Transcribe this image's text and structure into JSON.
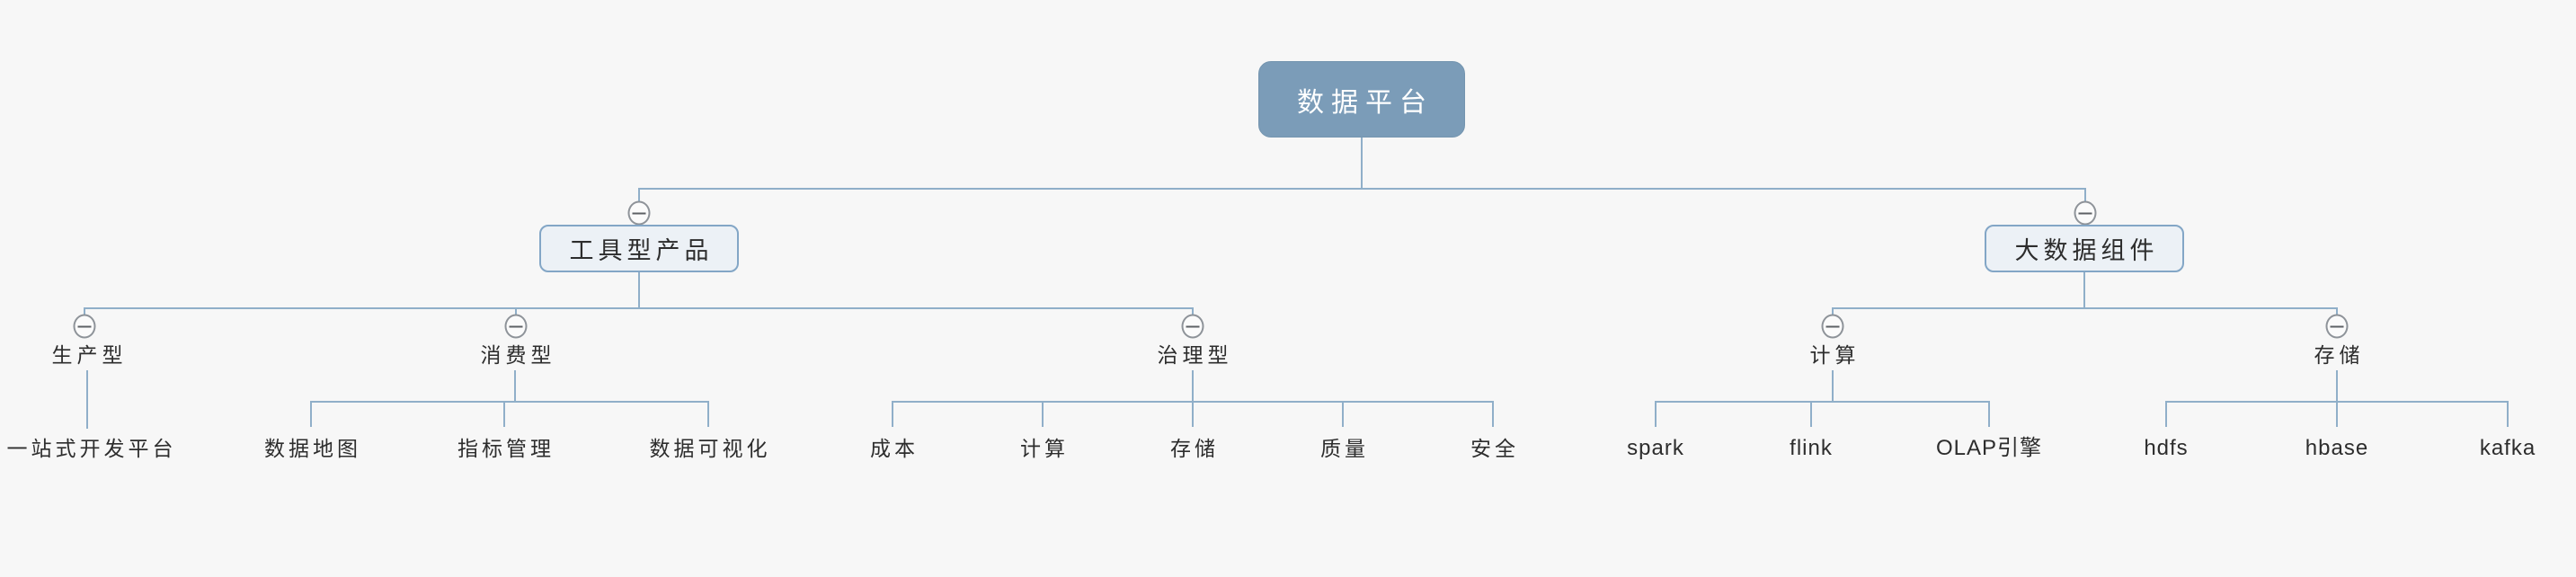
{
  "canvas": {
    "background_color": "#f7f7f7",
    "connector_color": "#90afc9",
    "root_fill_color": "#7b9cb8",
    "root_text_color": "#ffffff",
    "branch_fill_color": "#ecf1f6",
    "branch_border_color": "#83a6c6",
    "text_color": "#2d2d2d",
    "collapse_icon_border_color": "#8e9399",
    "collapse_icon_symbol": "minus"
  },
  "tree": {
    "root": {
      "label": "数据平台"
    },
    "branches": [
      {
        "label": "工具型产品",
        "children": [
          {
            "label": "生产型",
            "children": [
              {
                "label": "一站式开发平台"
              }
            ]
          },
          {
            "label": "消费型",
            "children": [
              {
                "label": "数据地图"
              },
              {
                "label": "指标管理"
              },
              {
                "label": "数据可视化"
              }
            ]
          },
          {
            "label": "治理型",
            "children": [
              {
                "label": "成本"
              },
              {
                "label": "计算"
              },
              {
                "label": "存储"
              },
              {
                "label": "质量"
              },
              {
                "label": "安全"
              }
            ]
          }
        ]
      },
      {
        "label": "大数据组件",
        "children": [
          {
            "label": "计算",
            "children": [
              {
                "label": "spark"
              },
              {
                "label": "flink"
              },
              {
                "label": "OLAP引擎"
              }
            ]
          },
          {
            "label": "存储",
            "children": [
              {
                "label": "hdfs"
              },
              {
                "label": "hbase"
              },
              {
                "label": "kafka"
              }
            ]
          }
        ]
      }
    ]
  }
}
